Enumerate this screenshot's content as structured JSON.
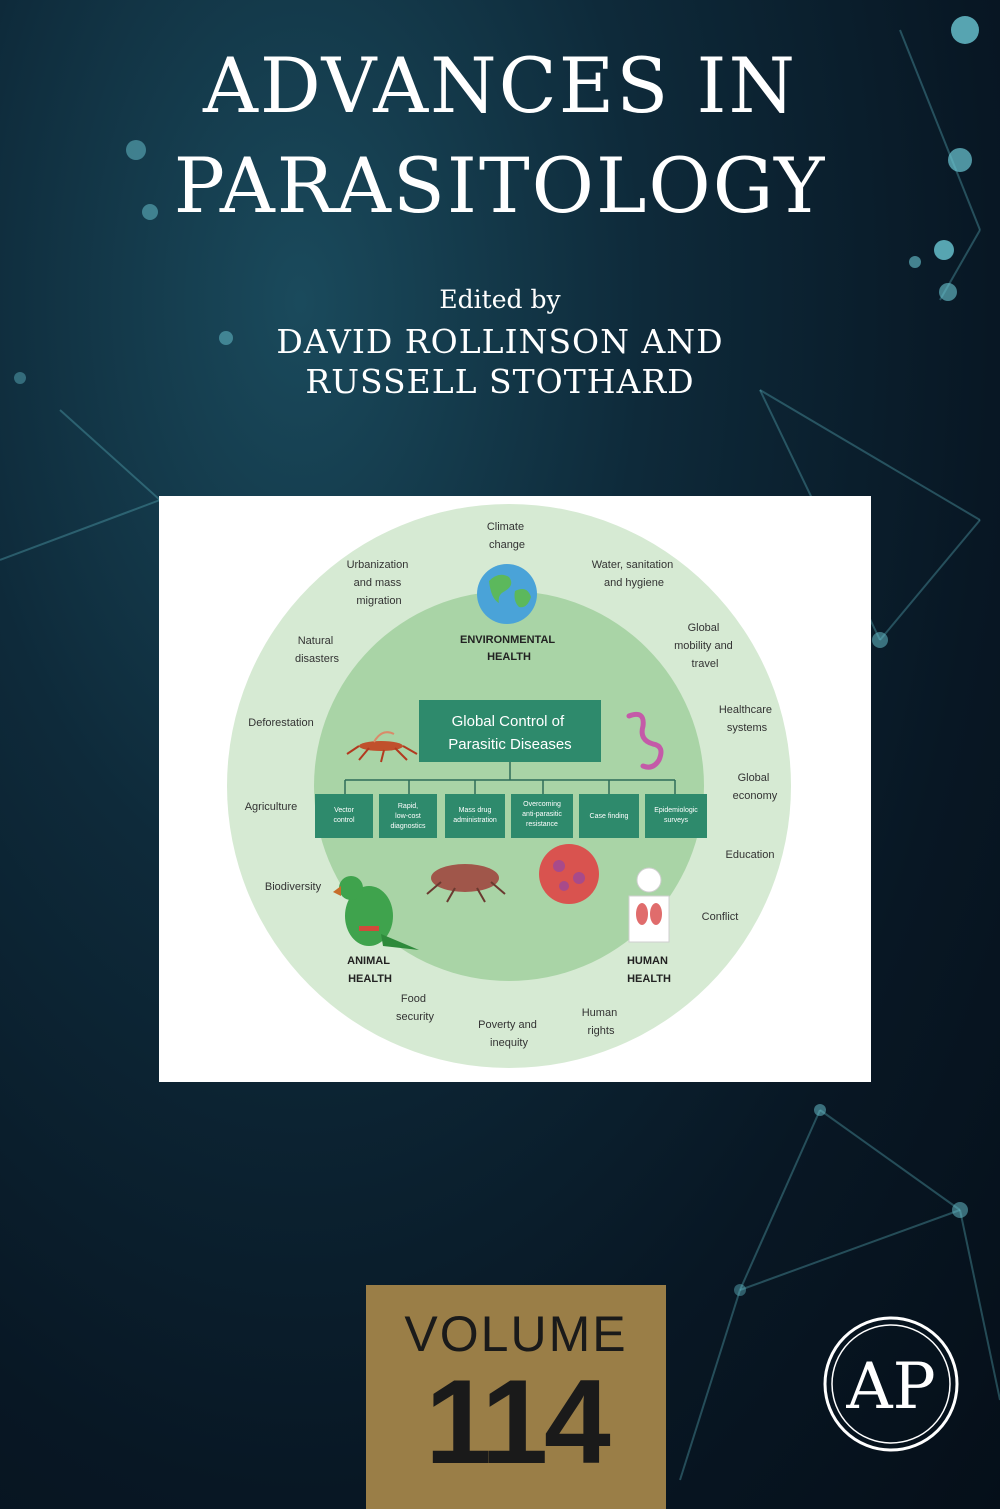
{
  "series_title": [
    "ADVANCES IN",
    "PARASITOLOGY"
  ],
  "edited_by": "Edited by",
  "editors": [
    "DAVID ROLLINSON AND",
    "RUSSELL STOTHARD"
  ],
  "figure": {
    "outer_labels": {
      "climate": [
        "Climate",
        "change"
      ],
      "urbanization": [
        "Urbanization",
        "and mass",
        "migration"
      ],
      "water": [
        "Water, sanitation",
        "and hygiene"
      ],
      "natural": [
        "Natural",
        "disasters"
      ],
      "mobility": [
        "Global",
        "mobility and",
        "travel"
      ],
      "deforestation": "Deforestation",
      "healthcare": [
        "Healthcare",
        "systems"
      ],
      "agriculture": "Agriculture",
      "economy": [
        "Global",
        "economy"
      ],
      "education": "Education",
      "biodiversity": "Biodiversity",
      "conflict": "Conflict",
      "food": [
        "Food",
        "security"
      ],
      "poverty": [
        "Poverty and",
        "inequity"
      ],
      "rights": [
        "Human",
        "rights"
      ]
    },
    "environmental_health": [
      "ENVIRONMENTAL",
      "HEALTH"
    ],
    "animal_health": [
      "ANIMAL",
      "HEALTH"
    ],
    "human_health": [
      "HUMAN",
      "HEALTH"
    ],
    "center_box": [
      "Global Control of",
      "Parasitic Diseases"
    ],
    "sub_boxes": [
      [
        "Vector",
        "control"
      ],
      [
        "Rapid,",
        "low-cost",
        "diagnostics"
      ],
      [
        "Mass drug",
        "administration"
      ],
      [
        "Overcoming",
        "anti-parasitic",
        "resistance"
      ],
      [
        "Case finding"
      ],
      [
        "Epidemiologic",
        "surveys"
      ]
    ]
  },
  "volume_label": "VOLUME",
  "volume_number": "114",
  "publisher_logo": "AP",
  "colors": {
    "background": "#0b2130",
    "outer_ring": "#d6ead3",
    "inner_circle": "#a9d4a6",
    "box": "#2e8a6c",
    "volume_box": "#9a7e47"
  }
}
